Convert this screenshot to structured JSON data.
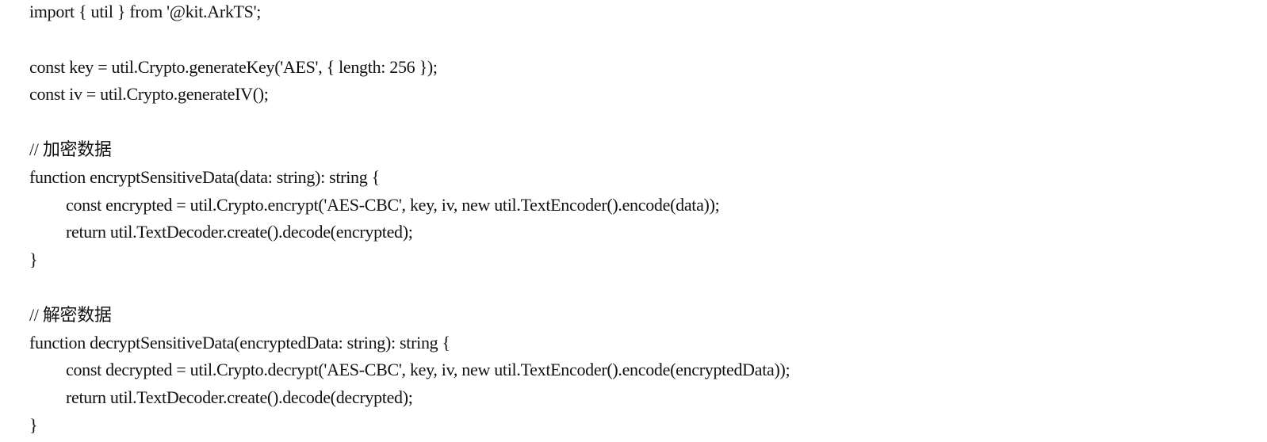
{
  "code": {
    "lines": [
      {
        "text": "import { util } from '@kit.ArkTS';",
        "indent": 0
      },
      {
        "text": "",
        "indent": 0
      },
      {
        "text": "const key = util.Crypto.generateKey('AES', { length: 256 });",
        "indent": 0
      },
      {
        "text": "const iv = util.Crypto.generateIV();",
        "indent": 0
      },
      {
        "text": "",
        "indent": 0
      },
      {
        "text": "// 加密数据",
        "indent": 0
      },
      {
        "text": "function encryptSensitiveData(data: string): string {",
        "indent": 0
      },
      {
        "text": "const encrypted = util.Crypto.encrypt('AES-CBC', key, iv, new util.TextEncoder().encode(data));",
        "indent": 1
      },
      {
        "text": "return util.TextDecoder.create().decode(encrypted);",
        "indent": 1
      },
      {
        "text": "}",
        "indent": 0
      },
      {
        "text": "",
        "indent": 0
      },
      {
        "text": "// 解密数据",
        "indent": 0
      },
      {
        "text": "function decryptSensitiveData(encryptedData: string): string {",
        "indent": 0
      },
      {
        "text": "const decrypted = util.Crypto.decrypt('AES-CBC', key, iv, new util.TextEncoder().encode(encryptedData));",
        "indent": 1
      },
      {
        "text": "return util.TextDecoder.create().decode(decrypted);",
        "indent": 1
      },
      {
        "text": "}",
        "indent": 0
      }
    ]
  }
}
